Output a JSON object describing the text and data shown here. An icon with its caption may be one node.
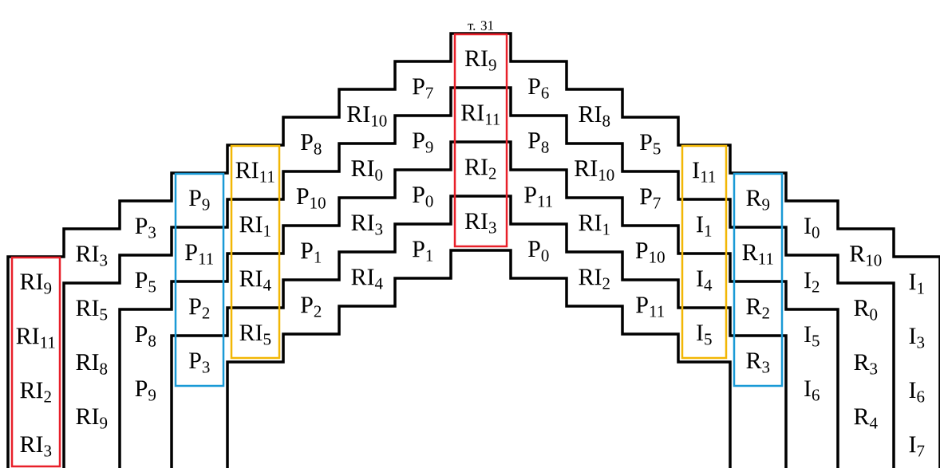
{
  "diagram": {
    "nodes": [
      {
        "text": [
          "RI$_{9}$",
          "RI$_{11}$",
          "RI$_{2}$",
          "RI$_{3}$"
        ]
      },
      {
        "text": [
          "P$_{9}$",
          "P$_{11}$",
          "P$_{2}$",
          "P$_{3}$"
        ]
      },
      {
        "text": [
          "RI$_{11}$",
          "RI$_{1}$",
          "RI$_{4}$",
          "RI$_{5}$"
        ]
      },
      {
        "text": [
          "RI$_{9}$",
          "RI$_{11}$",
          "RI$_{2}$",
          "RI$_{3}$"
        ],
        "beside": [
          "т. 31"
        ]
      },
      {
        "text": [
          "I$_{11}$",
          "I$_{1}$",
          "I$_{4}$",
          "I$_{5}$"
        ]
      },
      {
        "text": [
          "R$_{9}$",
          "R$_{11}$",
          "R$_{2}$",
          "R$_{3}$"
        ]
      }
    ],
    "labels": [
      "RI$_{3}$",
      "RI$_{5}$",
      "RI$_{8}$",
      "RI$_{9}$",
      "P$_{3}$",
      "P$_{5}$",
      "P$_{8}$",
      "P$_{9}$",
      "P$_{8}$",
      "P$_{10}$",
      "P$_{1}$",
      "P$_{2}$",
      "RI$_{10}$",
      "RI$_{0}$",
      "RI$_{3}$",
      "RI$_{4}$",
      "P$_{7}$",
      "P$_{9}$",
      "P$_{0}$",
      "P$_{1}$",
      "P$_{6}$",
      "P$_{8}$",
      "P$_{11}$",
      "P$_{0}$",
      "RI$_{8}$",
      "RI$_{10}$",
      "RI$_{1}$",
      "RI$_{2}$",
      "P$_{5}$",
      "P$_{7}$",
      "P$_{10}$",
      "P$_{11}$",
      "I$_{0}$",
      "I$_{2}$",
      "I$_{5}$",
      "I$_{6}$",
      "R$_{10}$",
      "R$_{0}$",
      "R$_{3}$",
      "R$_{4}$",
      "I$_{1}$",
      "I$_{3}$",
      "I$_{6}$",
      "I$_{7}$"
    ]
  }
}
